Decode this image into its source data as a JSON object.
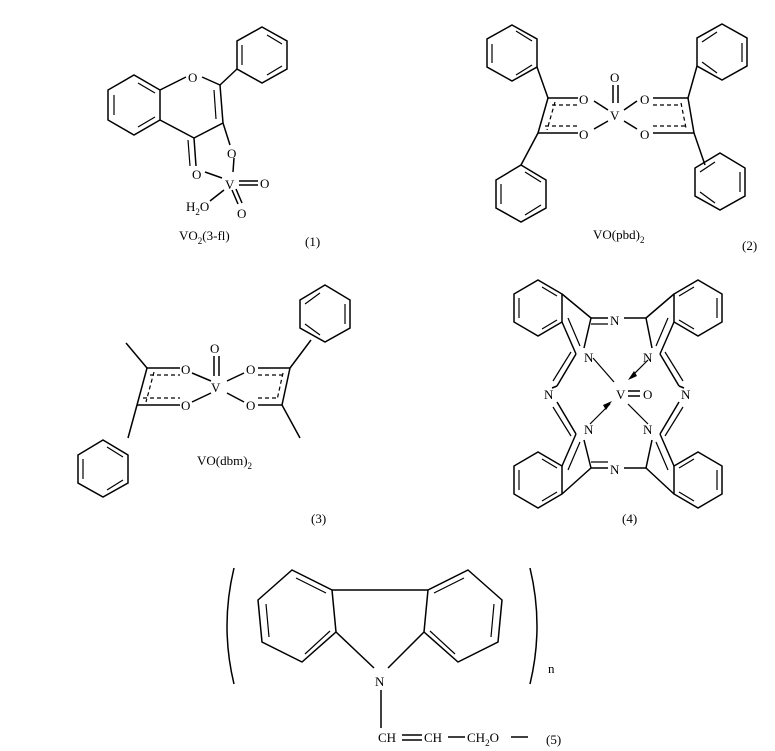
{
  "compounds": [
    {
      "id": 1,
      "name": "VO2(3-fl)",
      "name_parts": {
        "a": "VO",
        "sub": "2",
        "b": "(3-fl)"
      },
      "number_label": "(1)",
      "atoms": {
        "ring_o": "O",
        "o1": "O",
        "o2": "O",
        "v": "V",
        "vo1": "O",
        "vo2": "O",
        "ho": "H",
        "ho_sub": "2",
        "ho_o": "O"
      }
    },
    {
      "id": 2,
      "name": "VO(pbd)2",
      "name_parts": {
        "a": "VO(pbd)",
        "sub": "2"
      },
      "number_label": "(2)",
      "atoms": {
        "v": "V",
        "vo": "O",
        "o1": "O",
        "o2": "O",
        "o3": "O",
        "o4": "O"
      }
    },
    {
      "id": 3,
      "name": "VO(dbm)2",
      "name_parts": {
        "a": "VO(dbm)",
        "sub": "2"
      },
      "number_label": "(3)",
      "atoms": {
        "v": "V",
        "vo": "O",
        "o1": "O",
        "o2": "O",
        "o3": "O",
        "o4": "O"
      }
    },
    {
      "id": 4,
      "number_label": "(4)",
      "atoms": {
        "v": "V",
        "o": "O",
        "n_meso": "N",
        "n_pyrrole": "N"
      }
    },
    {
      "id": 5,
      "number_label": "(5)",
      "repeat": "n",
      "atoms": {
        "n": "N"
      },
      "chain": {
        "a": "CH",
        "b": "CH",
        "c": "CH",
        "c_sub": "2",
        "d": "O"
      }
    }
  ]
}
